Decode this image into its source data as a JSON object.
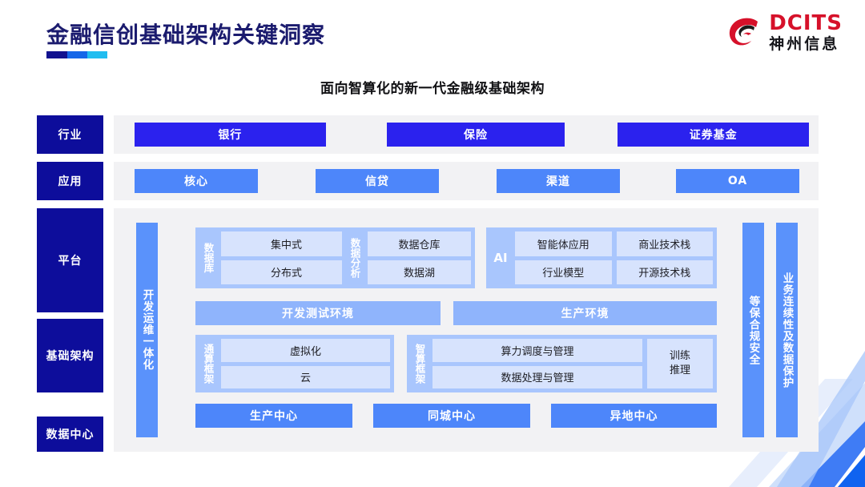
{
  "header": {
    "title": "金融信创基础架构关键洞察",
    "accent_bar": [
      "#11118f",
      "#1566e8",
      "#21bdf0"
    ],
    "logo": {
      "mark": "dcits-swirl-icon",
      "en": "DCITS",
      "cn": "神州信息",
      "color": "#d6112a"
    }
  },
  "subtitle": "面向智算化的新一代金融级基础架构",
  "colors": {
    "navy": "#0d0d9b",
    "industry_blue": "#2b22ee",
    "app_blue": "#4d86fa",
    "panel_grey": "#f2f2f4",
    "group_blue": "#a9c6fd",
    "cell_blue": "#d7e3fd",
    "vbar_blue": "#5a92fb",
    "env_blue": "#8fb4fc"
  },
  "spine": {
    "industry": "行业",
    "application": "应用",
    "platform": "平台",
    "infrastructure": "基础架构",
    "datacenter": "数据中心"
  },
  "rows": {
    "industry": [
      {
        "label": "银行"
      },
      {
        "label": "保险"
      },
      {
        "label": "证券基金"
      }
    ],
    "application": [
      {
        "label": "核心"
      },
      {
        "label": "信贷"
      },
      {
        "label": "渠道"
      },
      {
        "label": "OA"
      }
    ]
  },
  "vbars": {
    "devops": "开发运维一体化",
    "security": "等保合规安全",
    "bcp": "业务连续性及数据保护"
  },
  "groups": {
    "database": {
      "label": "数据库",
      "cells": [
        "集中式",
        "分布式"
      ]
    },
    "data_analysis": {
      "label": "数据分析",
      "cells": [
        "数据仓库",
        "数据湖"
      ]
    },
    "ai": {
      "label": "AI",
      "col1": [
        "智能体应用",
        "行业模型"
      ],
      "col2": [
        "商业技术栈",
        "开源技术栈"
      ]
    },
    "general_compute": {
      "label": "通算框架",
      "cells": [
        "虚拟化",
        "云"
      ]
    },
    "smart_compute": {
      "label": "智算框架",
      "cells": [
        "算力调度与管理",
        "数据处理与管理"
      ],
      "side": "训练\n推理"
    }
  },
  "environments": [
    {
      "label": "开发测试环境"
    },
    {
      "label": "生产环境"
    }
  ],
  "centers": [
    {
      "label": "生产中心"
    },
    {
      "label": "同城中心"
    },
    {
      "label": "异地中心"
    }
  ]
}
